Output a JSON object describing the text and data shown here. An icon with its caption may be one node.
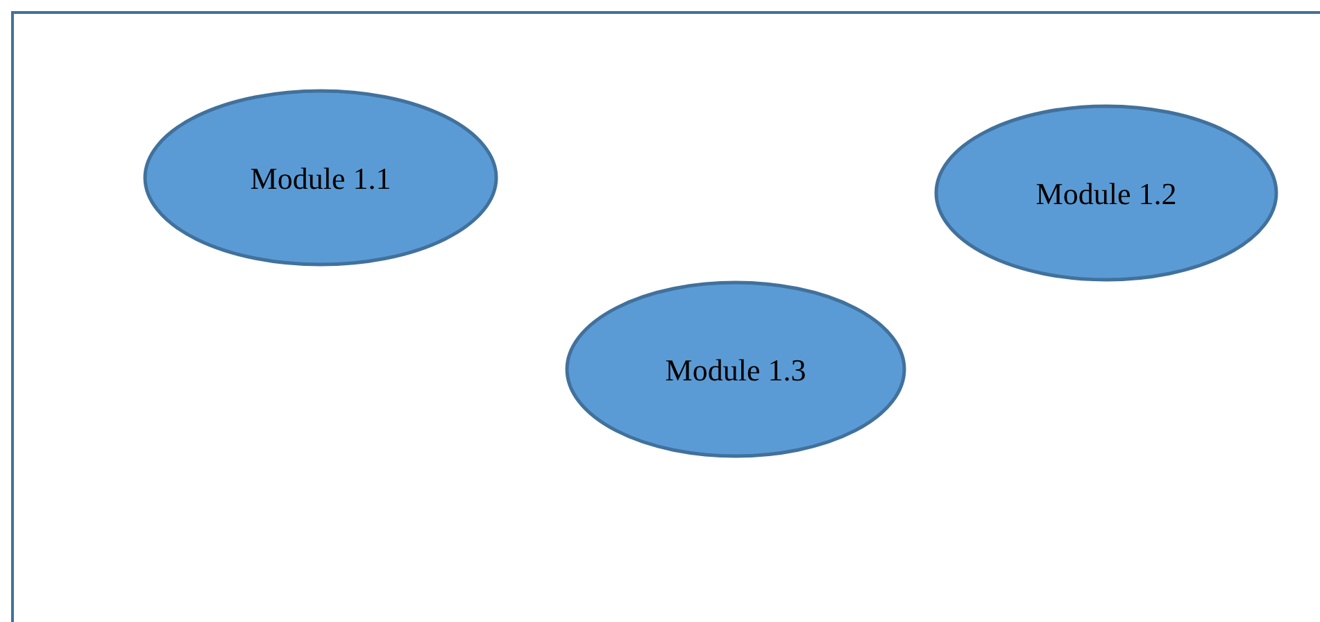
{
  "diagram": {
    "nodes": [
      {
        "text": [],
        "shape": "box"
      },
      {
        "text": [
          "Module 1.1"
        ],
        "in": 0
      },
      {
        "text": [
          "Module 1.2"
        ],
        "in": 0
      },
      {
        "text": [
          "Module 1.3"
        ],
        "in": 0
      }
    ]
  }
}
